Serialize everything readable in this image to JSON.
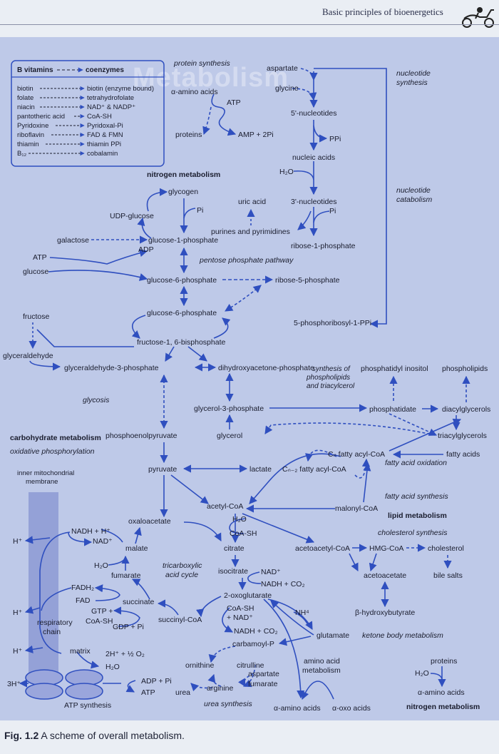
{
  "header": {
    "title": "Basic principles of bioenergetics",
    "ghost_title": "Metabolism"
  },
  "vitamins_box": {
    "heading_left": "B vitamins",
    "heading_right": "coenzymes",
    "rows": [
      {
        "vitamin": "biotin",
        "coenzyme": "biotin (enzyme bound)"
      },
      {
        "vitamin": "folate",
        "coenzyme": "tetrahydrofolate"
      },
      {
        "vitamin": "niacin",
        "coenzyme": "NAD⁺ & NADP⁺"
      },
      {
        "vitamin": "pantotheric acid",
        "coenzyme": "CoA-SH"
      },
      {
        "vitamin": "Pyridoxine",
        "coenzyme": "Pyridoxal-Pi"
      },
      {
        "vitamin": "riboflavin",
        "coenzyme": "FAD & FMN"
      },
      {
        "vitamin": "thiamin",
        "coenzyme": "thiamin PPi"
      },
      {
        "vitamin": "B₁₂",
        "coenzyme": "cobalamin"
      }
    ]
  },
  "nodes": {
    "protein_synthesis": "protein synthesis",
    "alpha_amino_acids_top": "α-amino acids",
    "atp_top": "ATP",
    "proteins_top": "proteins",
    "amp_2pi": "AMP + 2Pi",
    "nitrogen_metabolism_top": "nitrogen metabolism",
    "aspartate_top": "aspartate",
    "glycine": "glycine",
    "nucleotides_5": "5'-nucleotides",
    "ppi": "PPi",
    "nucleic_acids": "nucleic acids",
    "h2o_nuc": "H₂O",
    "nucleotides_3": "3'-nucleotides",
    "pi_nuc": "Pi",
    "ribose_1_phosphate": "ribose-1-phosphate",
    "nucleotide_synthesis": "nucleotide\nsynthesis",
    "nucleotide_catabolism": "nucleotide\ncatabolism",
    "uric_acid": "uric acid",
    "purines_pyrimidines": "purines and pyrimidines",
    "glycogen": "glycogen",
    "pi_glycogen": "Pi",
    "udp_glucose": "UDP-glucose",
    "galactose": "galactose",
    "glucose_1_phosphate": "glucose-1-phosphate",
    "atp_glc": "ATP",
    "adp_glc": "ADP",
    "glucose": "glucose",
    "pentose_phosphate_pathway": "pentose phosphate pathway",
    "glucose_6_phosphate": "glucose-6-phosphate",
    "ribose_5_phosphate": "ribose-5-phosphate",
    "glucose_6_phosphate_2": "glucose-6-phosphate",
    "prpp": "5-phosphoribosyl-1-PPi",
    "fructose": "fructose",
    "fructose_bisphosphate": "fructose-1, 6-bisphosphate",
    "glyceraldehyde": "glyceraldehyde",
    "g3p": "glyceraldehyde-3-phosphate",
    "dhap": "dihydroxyacetone-phosphate",
    "synthesis_phospholipids": "synthesis of\nphospholipids\nand triacylcerol",
    "phosphatidyl_inositol": "phosphatidyl inositol",
    "phospholipids": "phospholipids",
    "glycosis": "glycosis",
    "glycerol_3_phosphate": "glycerol-3-phosphate",
    "phosphatidate": "phosphatidate",
    "diacylglycerols": "diacylglycerols",
    "carbohydrate_metabolism": "carbohydrate metabolism",
    "oxidative_phosphorylation": "oxidative phosphorylation",
    "pep": "phosphoenolpyruvate",
    "glycerol": "glycerol",
    "triacylglycerols": "triacylglycerols",
    "cn_fatty_acyl_coa": "Cₙ fatty acyl-CoA",
    "fatty_acids": "fatty acids",
    "inner_mito_membrane": "inner mitochondrial\nmembrane",
    "pyruvate": "pyruvate",
    "lactate": "lactate",
    "cn2_fatty_acyl_coa": "Cₙ₋₂ fatty acyl-CoA",
    "fatty_acid_oxidation": "fatty acid oxidation",
    "acetyl_coa": "acetyl-CoA",
    "malonyl_coa": "malonyl-CoA",
    "fatty_acid_synthesis": "fatty acid synthesis",
    "h2o_acetyl": "H₂O",
    "coa_sh_acetyl": "CoA-SH",
    "lipid_metabolism": "lipid metabolism",
    "oxaloacetate": "oxaloacetate",
    "h_plus_1": "H⁺",
    "nadh_h": "NADH + H⁺",
    "nad_plus_1": "NAD⁺",
    "malate": "malate",
    "citrate": "citrate",
    "acetoacetyl_coa": "acetoacetyl-CoA",
    "hmg_coa": "HMG-CoA",
    "cholesterol": "cholesterol",
    "cholesterol_synthesis": "cholesterol synthesis",
    "h2o_fum": "H₂O",
    "fumarate": "fumarate",
    "tca_cycle": "tricarboxylic\nacid cycle",
    "isocitrate": "isocitrate",
    "nad_plus_2": "NAD⁺",
    "nadh_co2_1": "NADH + CO₂",
    "acetoacetate": "acetoacetate",
    "bile_salts": "bile salts",
    "fadh2": "FADH₂",
    "fad": "FAD",
    "succinate": "succinate",
    "oxoglutarate": "2-oxoglutarate",
    "h_plus_2": "H⁺",
    "gtp": "GTP +",
    "coa_sh_succ": "CoA-SH",
    "gdp_pi": "GDP + Pi",
    "succinyl_coa": "succinyl-CoA",
    "coa_sh_nad": "CoA-SH\n+ NAD⁺",
    "nh4": "NH⁴",
    "beta_hydroxybutyrate": "β-hydroxybutyrate",
    "respiratory_chain": "respiratory\nchain",
    "nadh_co2_2": "NADH + CO₂",
    "glutamate": "glutamate",
    "ketone_body_metabolism": "ketone body metabolism",
    "carbamoyl_p": "carbamoyl-P",
    "h_plus_3": "H⁺",
    "matrix": "matrix",
    "two_h_half_o2": "2H⁺ + ½ O₂",
    "h2o_matrix": "H₂O",
    "amino_acid_metabolism": "amino acid\nmetabolism",
    "proteins_bottom": "proteins",
    "ornithine": "ornithine",
    "citrulline": "citrulline",
    "aspartate_bottom": "aspartate",
    "h2o_proteins": "H₂O",
    "three_h": "3H⁺",
    "adp_pi": "ADP + Pi",
    "atp_bottom": "ATP",
    "arginine": "arginine",
    "fumarate_bottom": "fumarate",
    "urea": "urea",
    "alpha_amino_acids_bottom": "α-amino acids",
    "atp_synthesis": "ATP synthesis",
    "urea_synthesis": "urea synthesis",
    "alpha_amino_acids_bl": "α-amino acids",
    "alpha_oxo_acids": "α-oxo acids",
    "nitrogen_metabolism_bottom": "nitrogen metabolism"
  },
  "caption": {
    "label": "Fig. 1.2",
    "text": "A scheme of overall metabolism."
  },
  "colors": {
    "panel": "#bec9e8",
    "arrow": "#2f4fbf",
    "membrane": "#8d9ad3",
    "atp_synthase": "#9aa6dc",
    "box_border": "#2f4fbf"
  }
}
